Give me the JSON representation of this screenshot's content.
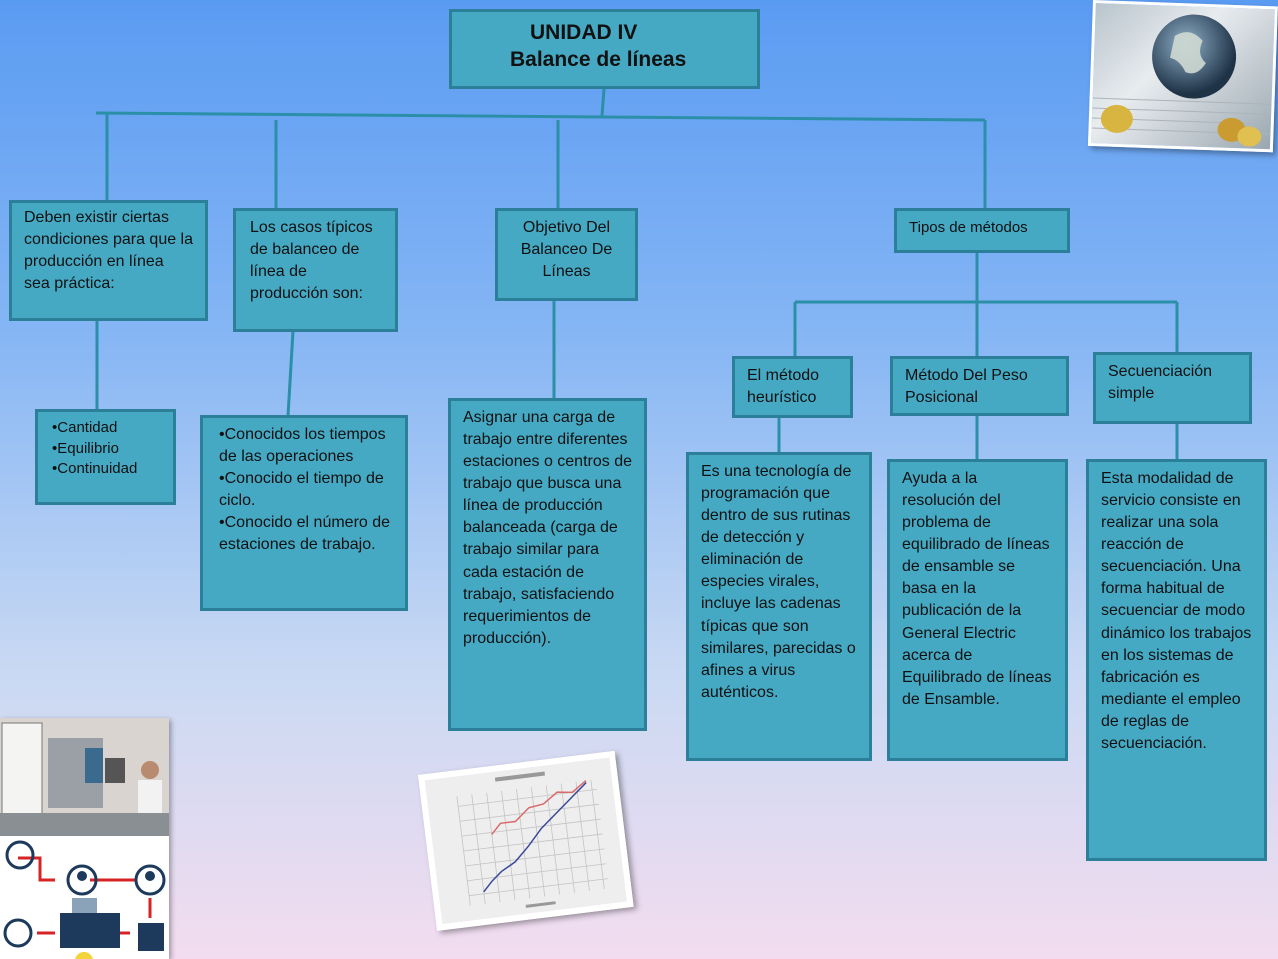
{
  "title": {
    "line1": "UNIDAD IV",
    "line2": "Balance de líneas"
  },
  "branches": {
    "conditions": {
      "heading": "Deben existir ciertas condiciones para que la producción en línea sea práctica:",
      "items": [
        "Cantidad",
        "Equilibrio",
        "Continuidad"
      ]
    },
    "typical_cases": {
      "heading": "Los casos típicos de balanceo de línea de producción son:",
      "items": [
        "Conocidos los tiempos de las operaciones",
        "Conocido el tiempo de ciclo.",
        "Conocido el número de estaciones de trabajo."
      ]
    },
    "objective": {
      "heading": "Objetivo Del Balanceo De Líneas",
      "text": "Asignar una carga de trabajo entre diferentes estaciones o centros de trabajo que busca una línea de producción balanceada (carga de trabajo similar para cada estación de trabajo, satisfaciendo requerimientos de producción)."
    },
    "methods": {
      "heading": "Tipos de métodos",
      "heuristic": {
        "heading": "El método heurístico",
        "text": "Es una tecnología de programación que dentro de sus rutinas de detección y eliminación de especies virales, incluye las cadenas típicas que son similares, parecidas o afines a virus auténticos."
      },
      "positional_weight": {
        "heading": "Método Del Peso Posicional",
        "text": "Ayuda a la resolución del problema de equilibrado de líneas de ensamble se basa en la publicación de la General Electric acerca de Equilibrado de líneas de Ensamble."
      },
      "simple_sequencing": {
        "heading": "Secuenciación simple",
        "text": "Esta modalidad de servicio consiste en realizar una sola reacción de secuenciación. Una forma habitual de secuenciar de modo dinámico los trabajos en los sistemas de fabricación es mediante el empleo de reglas de secuenciación."
      }
    }
  },
  "colors": {
    "box_fill": "#45a9c4",
    "box_border": "#2b7f98",
    "connector": "#2b8fa8"
  },
  "images": {
    "top_right": "globe-coins-photo",
    "bottom_left": "lab-workflow-photo",
    "bottom_center": "line-balance-chart-photo"
  }
}
